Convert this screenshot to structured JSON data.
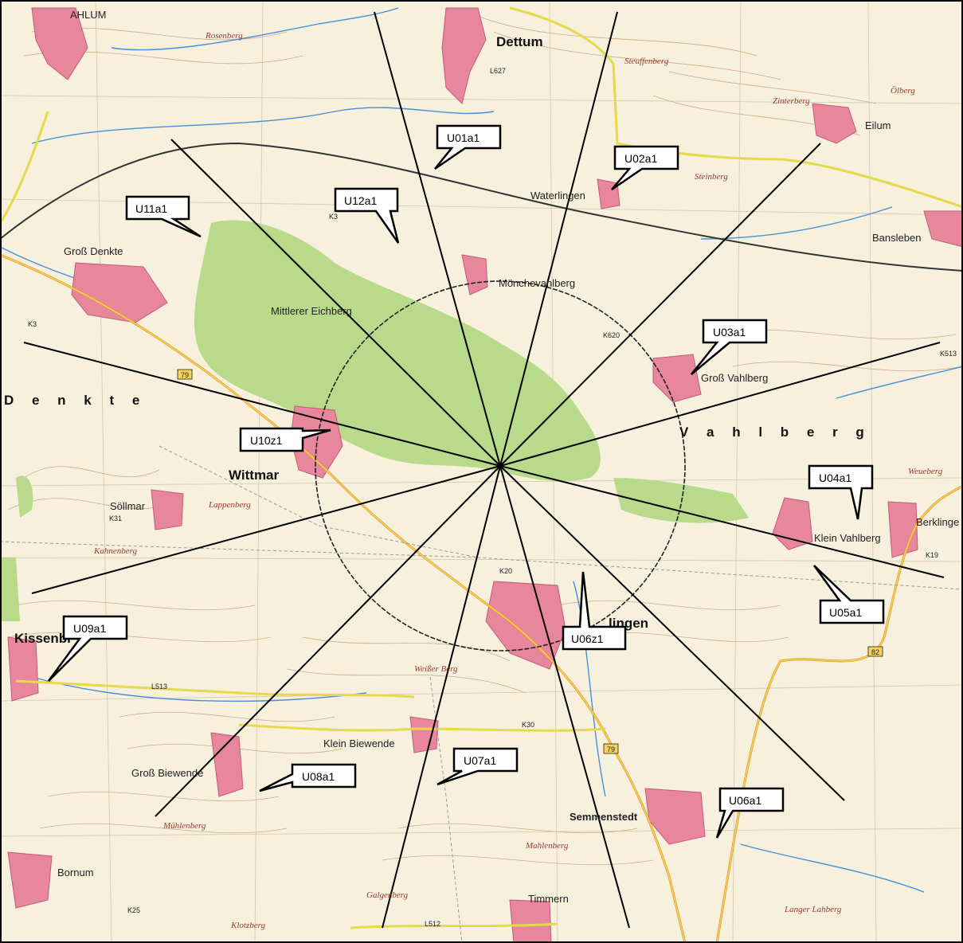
{
  "map": {
    "places": [
      {
        "id": "ahlum",
        "text": "AHLUM"
      },
      {
        "id": "dettum",
        "text": "Dettum"
      },
      {
        "id": "eilum",
        "text": "Eilum"
      },
      {
        "id": "waterlingen",
        "text": "Waterlingen"
      },
      {
        "id": "bansleben",
        "text": "Bansleben"
      },
      {
        "id": "gross-denkte",
        "text": "Groß Denkte"
      },
      {
        "id": "moenchevahlberg",
        "text": "Mönchevahlberg"
      },
      {
        "id": "mittlerer-eichberg",
        "text": "Mittlerer Eichberg"
      },
      {
        "id": "gross-vahlberg",
        "text": "Groß Vahlberg"
      },
      {
        "id": "vahlberg",
        "text": "V a h l b e r g"
      },
      {
        "id": "denkte",
        "text": "D e n k t e"
      },
      {
        "id": "wittmar",
        "text": "Wittmar"
      },
      {
        "id": "soellmar",
        "text": "Söllmar"
      },
      {
        "id": "klein-vahlberg",
        "text": "Klein Vahlberg"
      },
      {
        "id": "berklingen",
        "text": "Berklinge"
      },
      {
        "id": "kissenbrueck",
        "text": "Kissenbr"
      },
      {
        "id": "klein-biewende",
        "text": "Klein Biewende"
      },
      {
        "id": "gross-biewende",
        "text": "Groß Biewende"
      },
      {
        "id": "semmenstedt",
        "text": "Semmenstedt"
      },
      {
        "id": "bornum",
        "text": "Bornum"
      },
      {
        "id": "timmern",
        "text": "Timmern"
      },
      {
        "id": "remlingen-part",
        "text": "lingen"
      }
    ],
    "hills": [
      {
        "id": "rosenberg",
        "text": "Rosenberg"
      },
      {
        "id": "steuffenberg",
        "text": "Steuffenberg"
      },
      {
        "id": "zinterberg",
        "text": "Zinterberg"
      },
      {
        "id": "steinberg",
        "text": "Steinberg"
      },
      {
        "id": "oelberg",
        "text": "Ölberg"
      },
      {
        "id": "lappenberg",
        "text": "Lappenberg"
      },
      {
        "id": "kahnenberg",
        "text": "Kahnenberg"
      },
      {
        "id": "weisser-berg",
        "text": "Weißer Berg"
      },
      {
        "id": "muehlenberg",
        "text": "Mühlenberg"
      },
      {
        "id": "mahlenberg",
        "text": "Mahlenberg"
      },
      {
        "id": "galgenberg",
        "text": "Galgenberg"
      },
      {
        "id": "klotzberg",
        "text": "Klotzberg"
      },
      {
        "id": "weueberg",
        "text": "Weueberg"
      },
      {
        "id": "langer-lahberg",
        "text": "Langer Lahberg"
      }
    ],
    "roads": [
      {
        "id": "l627",
        "text": "L627"
      },
      {
        "id": "k3",
        "text": "K3"
      },
      {
        "id": "k3b",
        "text": "K3"
      },
      {
        "id": "b79a",
        "text": "79"
      },
      {
        "id": "b79b",
        "text": "79"
      },
      {
        "id": "b82",
        "text": "82"
      },
      {
        "id": "k31",
        "text": "K31"
      },
      {
        "id": "k20",
        "text": "K20"
      },
      {
        "id": "k30",
        "text": "K30"
      },
      {
        "id": "l513",
        "text": "L513"
      },
      {
        "id": "l512",
        "text": "L512"
      },
      {
        "id": "k25",
        "text": "K25"
      },
      {
        "id": "k19",
        "text": "K19"
      },
      {
        "id": "k620",
        "text": "K620"
      },
      {
        "id": "k513",
        "text": "K513"
      }
    ],
    "callouts": [
      {
        "id": "U01a1",
        "label": "U01a1"
      },
      {
        "id": "U02a1",
        "label": "U02a1"
      },
      {
        "id": "U03a1",
        "label": "U03a1"
      },
      {
        "id": "U04a1",
        "label": "U04a1"
      },
      {
        "id": "U05a1",
        "label": "U05a1"
      },
      {
        "id": "U06a1",
        "label": "U06a1"
      },
      {
        "id": "U06z1",
        "label": "U06z1"
      },
      {
        "id": "U07a1",
        "label": "U07a1"
      },
      {
        "id": "U08a1",
        "label": "U08a1"
      },
      {
        "id": "U09a1",
        "label": "U09a1"
      },
      {
        "id": "U10z1",
        "label": "U10z1"
      },
      {
        "id": "U11a1",
        "label": "U11a1"
      },
      {
        "id": "U12a1",
        "label": "U12a1"
      }
    ]
  }
}
